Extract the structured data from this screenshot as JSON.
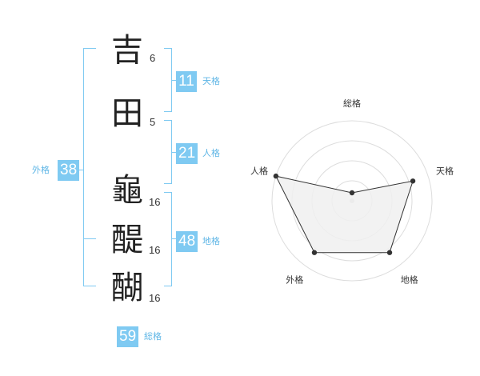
{
  "name": {
    "chars": [
      {
        "char": "吉",
        "strokes": "6"
      },
      {
        "char": "田",
        "strokes": "5"
      },
      {
        "char": "龜",
        "strokes": "16"
      },
      {
        "char": "醍",
        "strokes": "16"
      },
      {
        "char": "醐",
        "strokes": "16"
      }
    ]
  },
  "kaku": {
    "tenkaku": {
      "value": "11",
      "label": "天格"
    },
    "jinkaku": {
      "value": "21",
      "label": "人格"
    },
    "chikaku": {
      "value": "48",
      "label": "地格"
    },
    "gaikaku": {
      "value": "38",
      "label": "外格"
    },
    "soukaku": {
      "value": "59",
      "label": "総格"
    }
  },
  "colors": {
    "accent": "#7fcaf2",
    "accent_text": "#5fb6e6",
    "radar_fill": "#f0f0f0",
    "radar_line": "#333333",
    "grid": "#dddddd"
  },
  "chart_data": {
    "type": "radar",
    "axes": [
      "総格",
      "天格",
      "地格",
      "外格",
      "人格"
    ],
    "values": [
      0.1,
      0.8,
      0.8,
      0.8,
      1.0
    ],
    "range": [
      0,
      1
    ],
    "rings": 4,
    "grid": true
  }
}
